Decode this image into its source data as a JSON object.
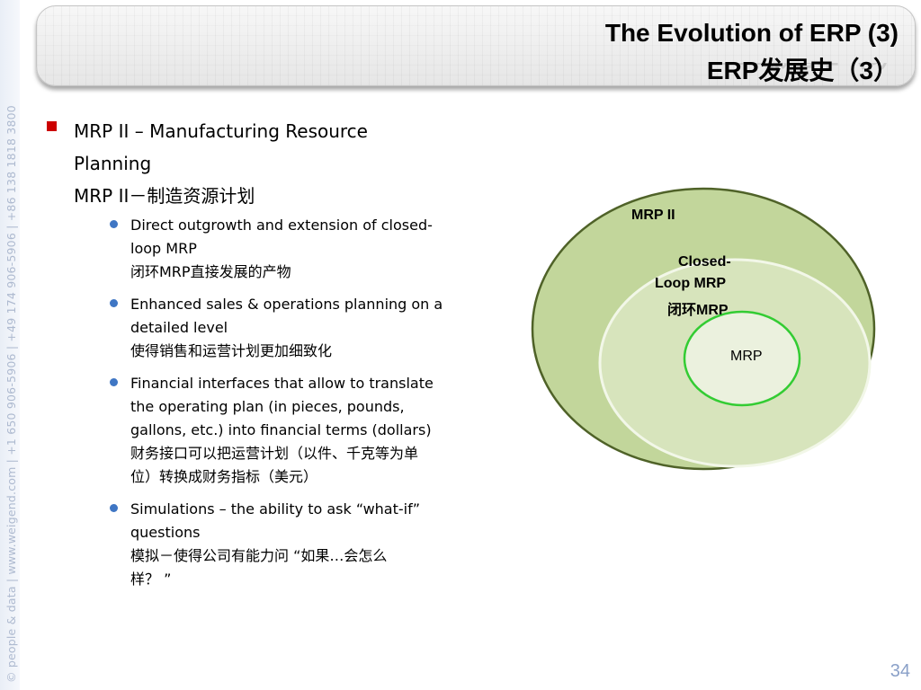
{
  "sidebar": {
    "watermark": "© people & data | www.weigend.com | +1 650 906-5906 | +49 174 906-5906 | +86 138 1818 3800"
  },
  "header": {
    "title_en": "The Evolution of ERP (3)",
    "title_zh": "ERP发展史（3）"
  },
  "main_bullet": {
    "line1": "MRP II – Manufacturing Resource",
    "line2": "Planning",
    "line3": "MRP II－制造资源计划"
  },
  "sub_bullets": [
    {
      "en_lines": [
        "Direct outgrowth and extension of closed-",
        "loop MRP"
      ],
      "zh_lines": [
        "闭环MRP直接发展的产物"
      ]
    },
    {
      "en_lines": [
        "Enhanced sales & operations planning on a",
        "detailed level"
      ],
      "zh_lines": [
        "使得销售和运营计划更加细致化"
      ]
    },
    {
      "en_lines": [
        "Financial interfaces that allow to translate",
        "the operating plan (in pieces, pounds,",
        "gallons, etc.) into financial terms (dollars)"
      ],
      "zh_lines": [
        "财务接口可以把运营计划（以件、千克等为单",
        "位）转换成财务指标（美元）"
      ]
    },
    {
      "en_lines": [
        "Simulations – the ability to ask “what-if”",
        "questions"
      ],
      "zh_lines": [
        "模拟－使得公司有能力问 “如果…会怎么",
        "样？ ”"
      ]
    }
  ],
  "diagram": {
    "outer_label": "MRP II",
    "middle_label_1": "Closed-",
    "middle_label_2": "Loop MRP",
    "middle_label_3": "闭环MRP",
    "inner_label": "MRP",
    "colors": {
      "outer_fill": "#c2d69b",
      "outer_stroke": "#4f6228",
      "middle_fill": "#d7e4bc",
      "middle_stroke": "#f2f7e8",
      "inner_fill": "#ebf1de",
      "inner_stroke": "#33cc33"
    }
  },
  "footer": {
    "page_number": "34"
  }
}
